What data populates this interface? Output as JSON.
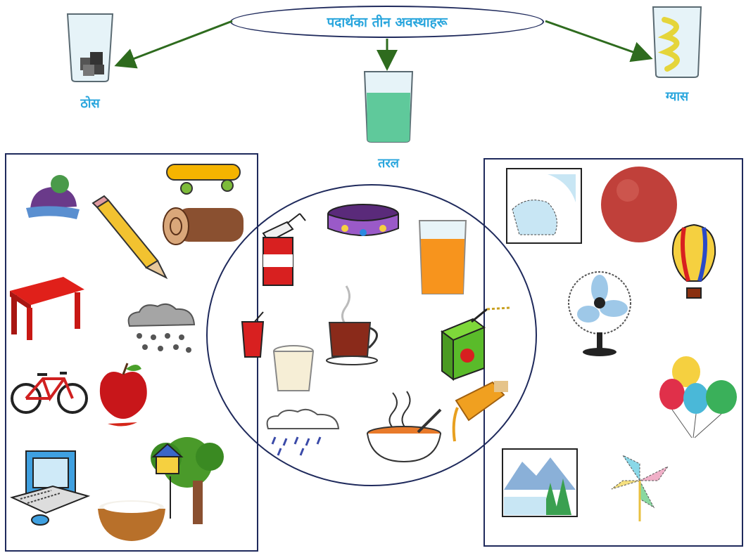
{
  "diagram": {
    "title": "पदार्थका तीन अवस्थाहरू",
    "states": {
      "solid": "ठोस",
      "liquid": "तरल",
      "gas": "ग्यास"
    },
    "colors": {
      "label": "#2aa6dd",
      "arrow": "#2e6b1e",
      "border": "#1f2a5c"
    },
    "solid_items": [
      "hat-icon",
      "pencil-icon",
      "skateboard-icon",
      "log-icon",
      "table-icon",
      "hail-cloud-icon",
      "bicycle-icon",
      "apple-icon",
      "computer-icon",
      "treehouse-icon",
      "flour-bowl-icon"
    ],
    "liquid_items": [
      "juice-carton-icon",
      "cake-icon",
      "orange-juice-glass-icon",
      "soda-cup-icon",
      "milk-glass-icon",
      "tea-cup-icon",
      "apple-juice-box-icon",
      "rain-cloud-icon",
      "soup-bowl-icon",
      "oil-bottle-icon"
    ],
    "gas_items": [
      "map-icon",
      "ball-icon",
      "hot-air-balloon-icon",
      "fan-icon",
      "balloons-icon",
      "landscape-icon",
      "pinwheel-icon"
    ]
  }
}
